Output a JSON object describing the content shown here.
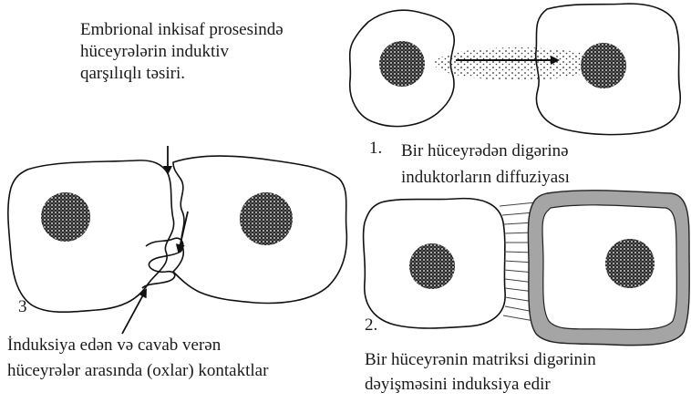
{
  "title": {
    "line1": "Embrional inkisaf prosesində",
    "line2": "hüceyrələrin induktiv",
    "line3": "qarşılıqlı təsiri."
  },
  "panel1": {
    "number": "1.",
    "caption_line1": "Bir hüceyrədən digərinə",
    "caption_line2": "induktorların diffuziyası"
  },
  "panel2": {
    "number": "2.",
    "caption_line1": "Bir hüceyrənin matriksi digərinin",
    "caption_line2": "dəyişməsini induksiya edir"
  },
  "panel3": {
    "number": "3",
    "caption_line1": "İnduksiya edən və cavab verən",
    "caption_line2": "hüceyrələr arasında (oxlar) kontaktlar"
  }
}
